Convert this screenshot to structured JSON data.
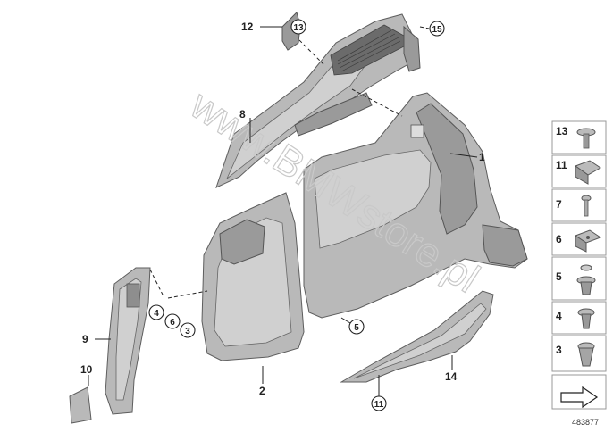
{
  "watermark": "www.BMWstore.pl",
  "reference_number": "483877",
  "callouts": {
    "c1": "1",
    "c2": "2",
    "c5": "5",
    "c8": "8",
    "c9": "9",
    "c10": "10",
    "c11": "11",
    "c12": "12",
    "c13": "13",
    "c14": "14",
    "c15": "15",
    "c4": "4",
    "c6": "6",
    "c3": "3"
  },
  "side_panel": [
    {
      "number": "13",
      "icon": "screw-icon"
    },
    {
      "number": "11",
      "icon": "clip-nut-icon"
    },
    {
      "number": "7",
      "icon": "pin-icon"
    },
    {
      "number": "6",
      "icon": "spring-nut-icon"
    },
    {
      "number": "5",
      "icon": "expanding-rivet-icon"
    },
    {
      "number": "4",
      "icon": "push-rivet-icon"
    },
    {
      "number": "3",
      "icon": "plug-clip-icon"
    }
  ]
}
